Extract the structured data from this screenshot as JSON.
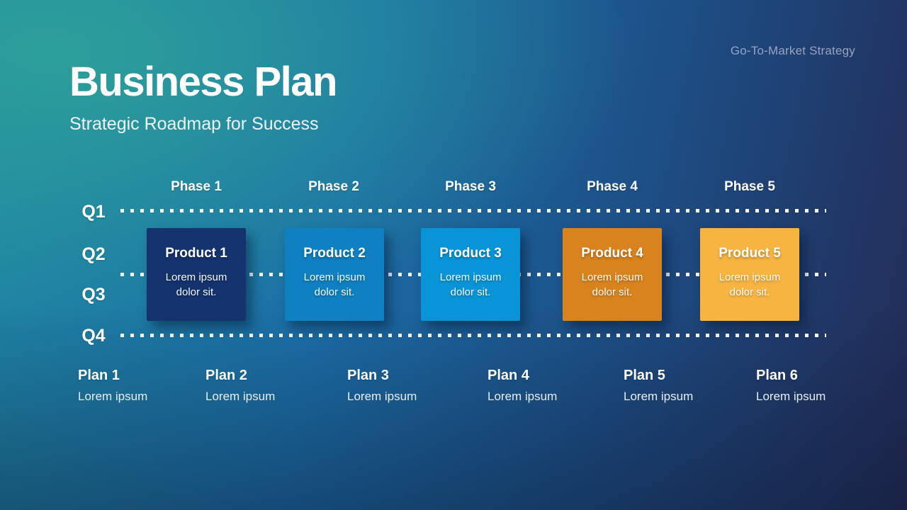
{
  "slide": {
    "title": "Business Plan",
    "subtitle": "Strategic Roadmap for Success",
    "tagline": "Go-To-Market Strategy"
  },
  "roadmap": {
    "phases": [
      {
        "label": "Phase 1"
      },
      {
        "label": "Phase 2"
      },
      {
        "label": "Phase 3"
      },
      {
        "label": "Phase 4"
      },
      {
        "label": "Phase 5"
      }
    ],
    "quarters": [
      {
        "label": "Q1"
      },
      {
        "label": "Q2"
      },
      {
        "label": "Q3"
      },
      {
        "label": "Q4"
      }
    ],
    "products": [
      {
        "title": "Product 1",
        "description": "Lorem ipsum dolor sit.",
        "color": "#14336F"
      },
      {
        "title": "Product 2",
        "description": "Lorem ipsum dolor sit.",
        "color": "#0F80C1"
      },
      {
        "title": "Product 3",
        "description": "Lorem ipsum dolor sit.",
        "color": "#0994D7"
      },
      {
        "title": "Product 4",
        "description": "Lorem ipsum dolor sit.",
        "color": "#D9831F"
      },
      {
        "title": "Product 5",
        "description": "Lorem ipsum dolor sit.",
        "color": "#F7B441"
      }
    ],
    "plans": [
      {
        "title": "Plan 1",
        "description": "Lorem ipsum"
      },
      {
        "title": "Plan 2",
        "description": "Lorem ipsum"
      },
      {
        "title": "Plan 3",
        "description": "Lorem ipsum"
      },
      {
        "title": "Plan 4",
        "description": "Lorem ipsum"
      },
      {
        "title": "Plan 5",
        "description": "Lorem ipsum"
      },
      {
        "title": "Plan 6",
        "description": "Lorem ipsum"
      }
    ]
  },
  "colors": {
    "background_teal": "#2DA09A",
    "background_navy": "#232A55",
    "dotted_line": "#FFFFFF",
    "tagline_text": "#98A2C0"
  }
}
